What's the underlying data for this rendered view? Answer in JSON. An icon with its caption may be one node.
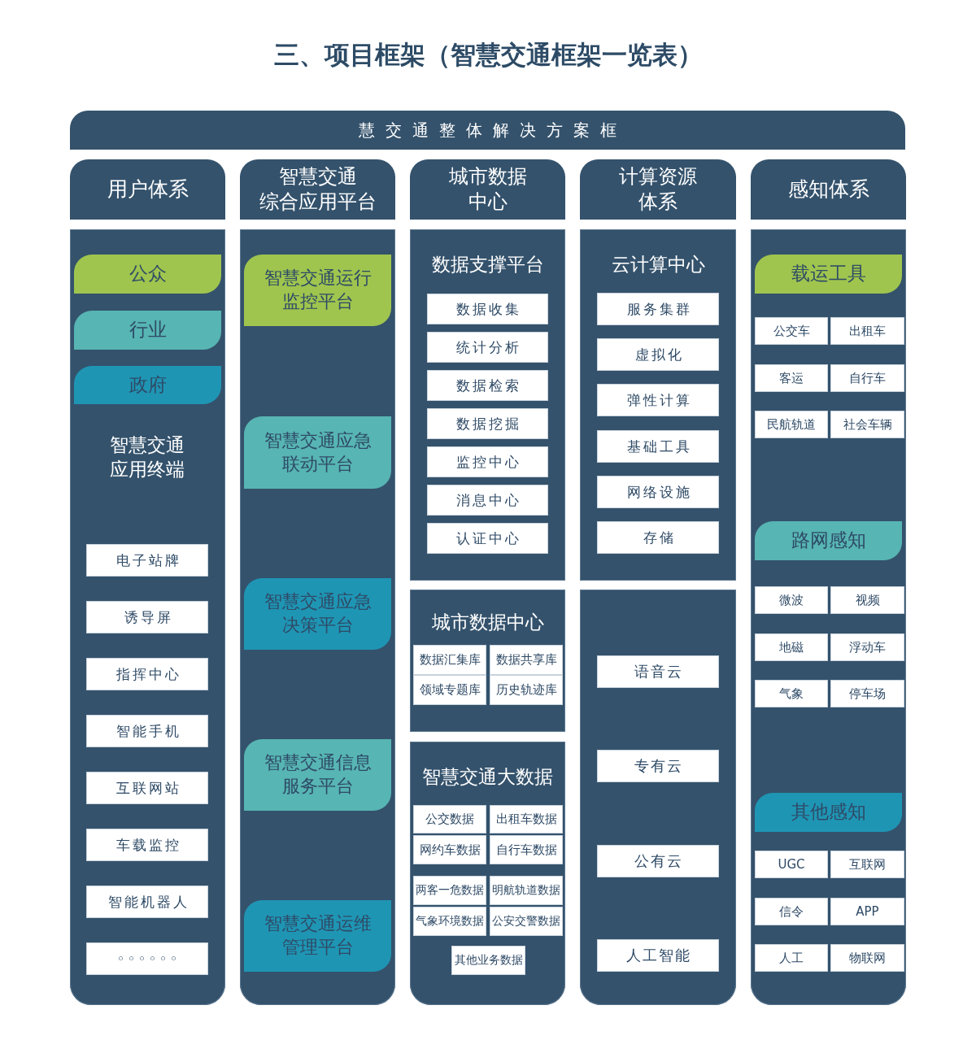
{
  "diagram": {
    "title": "三、项目框架（智慧交通框架一览表）",
    "nodes": [
      {
        "text": [
          "慧交通整体解决方案框"
        ]
      },
      {
        "text": [
          "用户体系"
        ]
      },
      {
        "text": [
          "智慧交通综合应用平台"
        ]
      },
      {
        "text": [
          "城市数据中心"
        ]
      },
      {
        "text": [
          "计算资源体系"
        ]
      },
      {
        "text": [
          "感知体系"
        ]
      },
      {
        "text": [],
        "shape": "box"
      },
      {
        "text": [
          "公众"
        ],
        "in": 6
      },
      {
        "text": [
          "行业"
        ],
        "in": 6
      },
      {
        "text": [
          "政府"
        ],
        "in": 6
      },
      {
        "text": [
          "电子站牌"
        ],
        "in": 6
      },
      {
        "text": [
          "诱导屏"
        ],
        "in": 6
      },
      {
        "text": [
          "指挥中心"
        ],
        "in": 6
      },
      {
        "text": [
          "智能手机"
        ],
        "in": 6
      },
      {
        "text": [
          "互联网站"
        ],
        "in": 6
      },
      {
        "text": [
          "车载监控"
        ],
        "in": 6
      },
      {
        "text": [
          "智能机器人"
        ],
        "in": 6
      },
      {
        "text": [
          "◦◦◦◦◦◦"
        ],
        "in": 6
      },
      {
        "text": [],
        "shape": "box"
      },
      {
        "text": [
          "智慧交通运行监控平台"
        ],
        "in": 18
      },
      {
        "text": [
          "智慧交通应急联动平台"
        ],
        "in": 18
      },
      {
        "text": [
          "智慧交通应急决策平台"
        ],
        "in": 18
      },
      {
        "text": [
          "智慧交通信息服务平台"
        ],
        "in": 18
      },
      {
        "text": [
          "智慧交通运维管理平台"
        ],
        "in": 18
      },
      {
        "text": [
          "数据支撑平台"
        ]
      },
      {
        "text": [
          "数据收集"
        ],
        "in": 24
      },
      {
        "text": [
          "统计分析"
        ],
        "in": 24
      },
      {
        "text": [
          "数据检索"
        ],
        "in": 24
      },
      {
        "text": [
          "数据挖掘"
        ],
        "in": 24
      },
      {
        "text": [
          "监控中心"
        ],
        "in": 24
      },
      {
        "text": [
          "消息中心"
        ],
        "in": 24
      },
      {
        "text": [
          "认证中心"
        ],
        "in": 24
      },
      {
        "text": [
          "城市数据中心"
        ]
      },
      {
        "text": [
          "数据汇集库"
        ],
        "in": 32
      },
      {
        "text": [
          "数据共享库"
        ],
        "in": 32
      },
      {
        "text": [
          "领域专题库"
        ],
        "in": 32
      },
      {
        "text": [
          "历史轨迹库"
        ],
        "in": 32
      },
      {
        "text": [
          "智慧交通大数据"
        ]
      },
      {
        "text": [
          "公交数据"
        ],
        "in": 37
      },
      {
        "text": [
          "出租车数据"
        ],
        "in": 37
      },
      {
        "text": [
          "网约车数据"
        ],
        "in": 37
      },
      {
        "text": [
          "自行车数据"
        ],
        "in": 37
      },
      {
        "text": [
          "两客一危数据"
        ],
        "in": 37
      },
      {
        "text": [
          "明航轨道数据"
        ],
        "in": 37
      },
      {
        "text": [
          "气象环境数据"
        ],
        "in": 37
      },
      {
        "text": [
          "公安交警数据"
        ],
        "in": 37
      },
      {
        "text": [
          "其他业务数据"
        ],
        "in": 37
      },
      {
        "text": [
          "云计算中心"
        ]
      },
      {
        "text": [
          "服务集群"
        ],
        "in": 47
      },
      {
        "text": [
          "虚拟化"
        ],
        "in": 47
      },
      {
        "text": [
          "弹性计算"
        ],
        "in": 47
      },
      {
        "text": [
          "基础工具"
        ],
        "in": 47
      },
      {
        "text": [
          "网络设施"
        ],
        "in": 47
      },
      {
        "text": [
          "存储"
        ],
        "in": 47
      },
      {
        "text": [],
        "shape": "box"
      },
      {
        "text": [
          "语音云"
        ],
        "in": 54
      },
      {
        "text": [
          "专有云"
        ],
        "in": 54
      },
      {
        "text": [
          "公有云"
        ],
        "in": 54
      },
      {
        "text": [
          "人工智能"
        ],
        "in": 54
      },
      {
        "text": [],
        "shape": "box"
      },
      {
        "text": [
          "载运工具"
        ],
        "in": 59
      },
      {
        "text": [
          "公交车"
        ],
        "in": 59
      },
      {
        "text": [
          "出租车"
        ],
        "in": 59
      },
      {
        "text": [
          "客运"
        ],
        "in": 59
      },
      {
        "text": [
          "自行车"
        ],
        "in": 59
      },
      {
        "text": [
          "民航轨道"
        ],
        "in": 59
      },
      {
        "text": [
          "社会车辆"
        ],
        "in": 59
      },
      {
        "text": [
          "路网感知"
        ],
        "in": 59
      },
      {
        "text": [
          "微波"
        ],
        "in": 59
      },
      {
        "text": [
          "视频"
        ],
        "in": 59
      },
      {
        "text": [
          "地磁"
        ],
        "in": 59
      },
      {
        "text": [
          "浮动车"
        ],
        "in": 59
      },
      {
        "text": [
          "气象"
        ],
        "in": 59
      },
      {
        "text": [
          "停车场"
        ],
        "in": 59
      },
      {
        "text": [
          "其他感知"
        ],
        "in": 59
      },
      {
        "text": [
          "UGC"
        ],
        "in": 59
      },
      {
        "text": [
          "互联网"
        ],
        "in": 59
      },
      {
        "text": [
          "信令"
        ],
        "in": 59
      },
      {
        "text": [
          "APP"
        ],
        "in": 59
      },
      {
        "text": [
          "人工"
        ],
        "in": 59
      },
      {
        "text": [
          "物联网"
        ],
        "in": 59
      }
    ],
    "labels": [
      "智慧交通应用终端"
    ]
  }
}
